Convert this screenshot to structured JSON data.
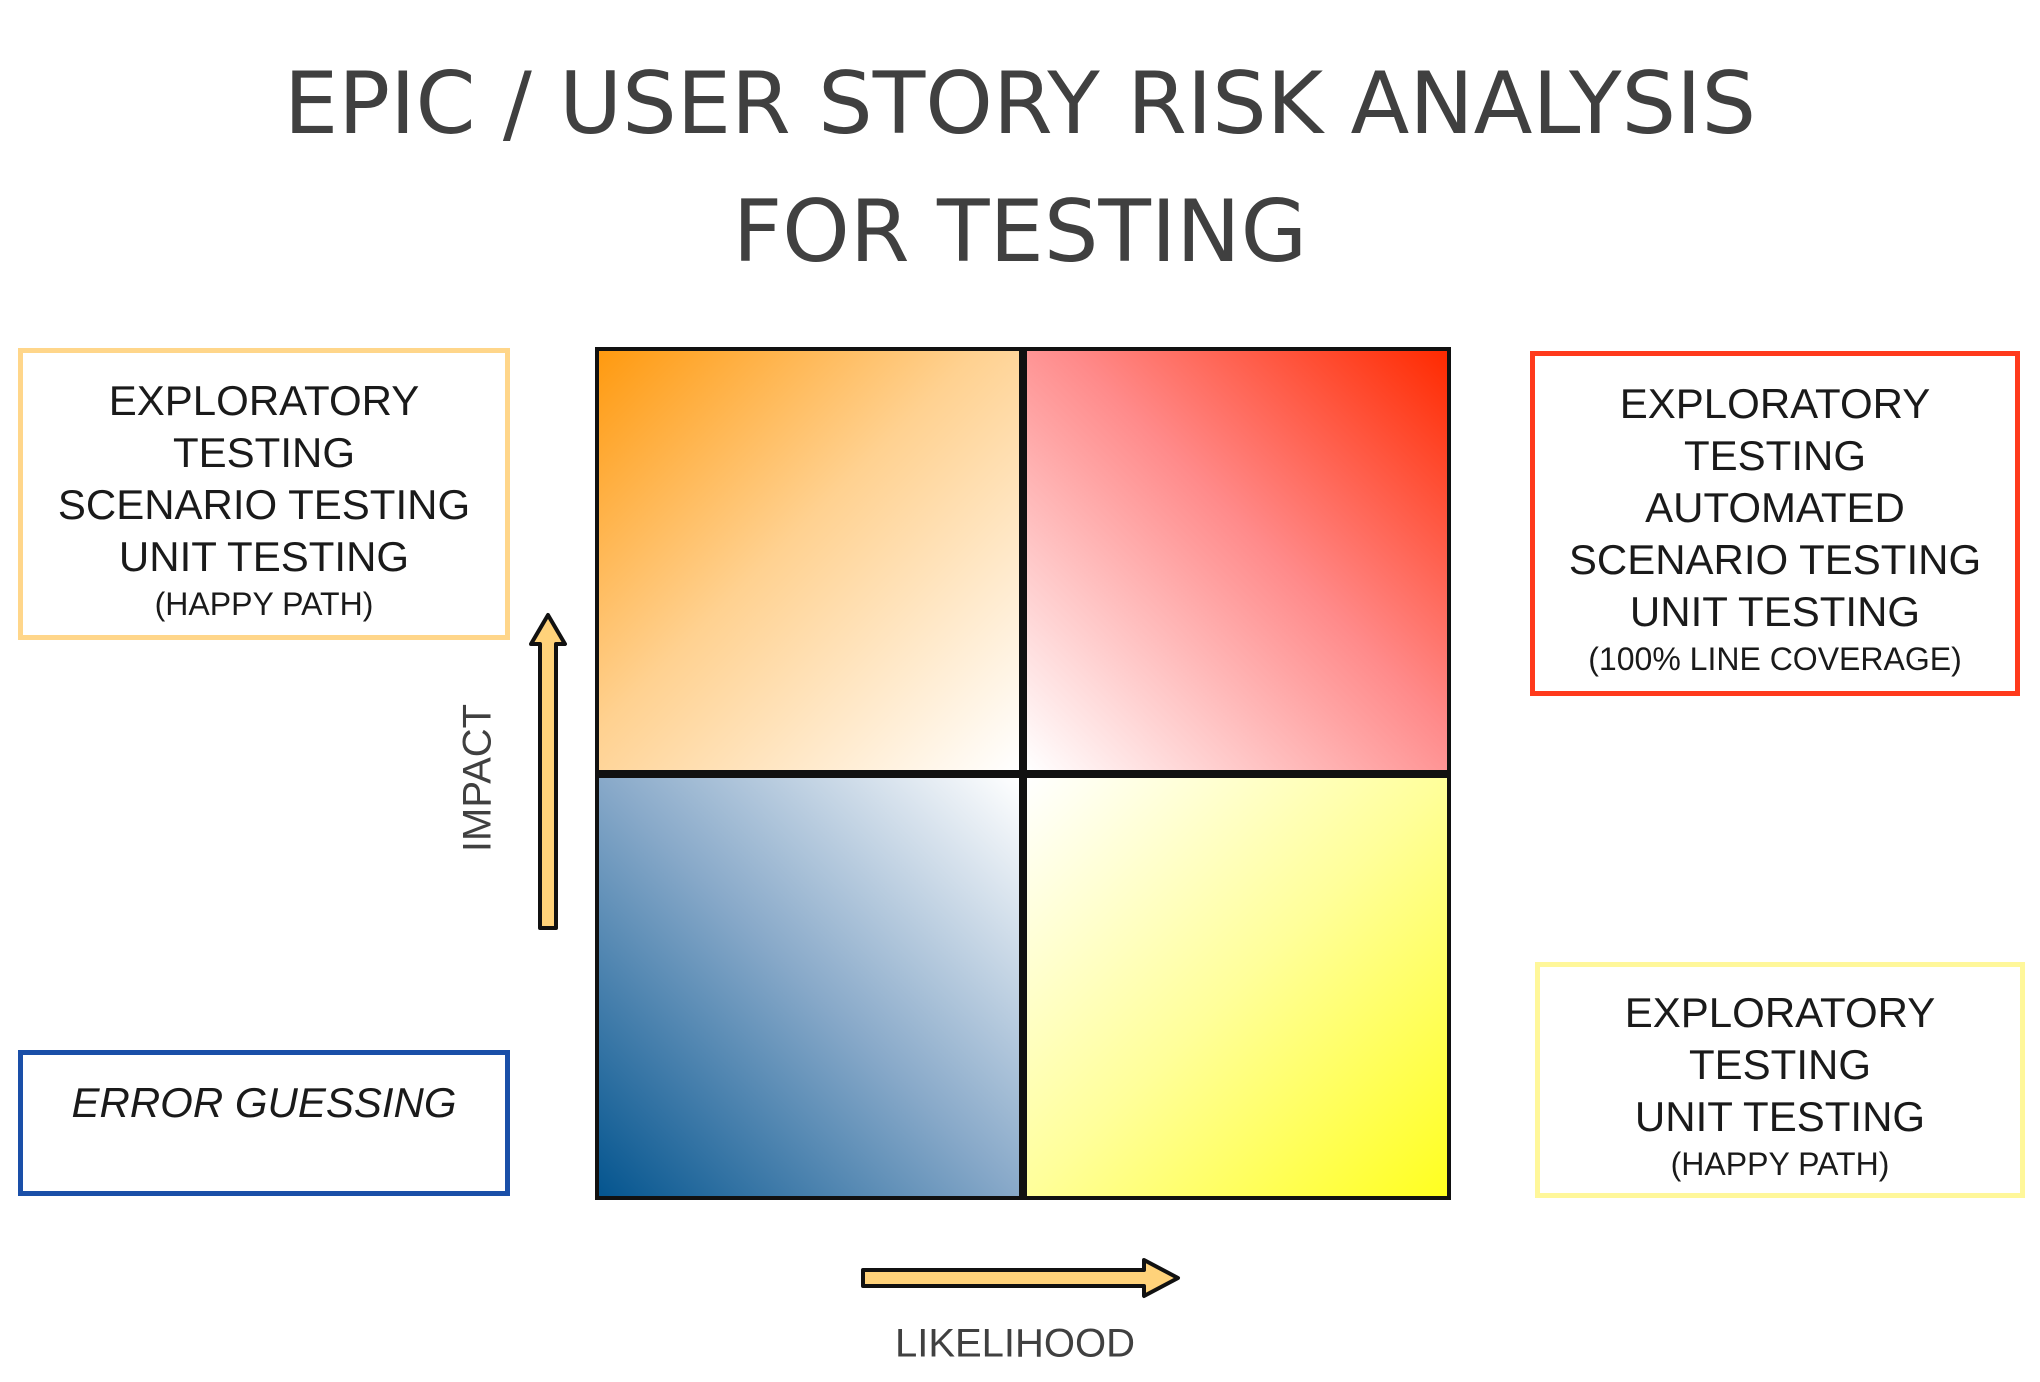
{
  "title": {
    "line1": "EPIC / USER STORY RISK ANALYSIS",
    "line2": "FOR TESTING"
  },
  "axes": {
    "y_label": "IMPACT",
    "x_label": "LIKELIHOOD"
  },
  "quadrants": {
    "high_impact_low_likelihood": {
      "color": "#ff9a10",
      "lines": [
        "EXPLORATORY",
        "TESTING",
        "SCENARIO TESTING",
        "UNIT TESTING"
      ],
      "note": "(HAPPY PATH)",
      "border_color": "#ffd68a"
    },
    "high_impact_high_likelihood": {
      "color": "#ff2a00",
      "lines": [
        "EXPLORATORY",
        "TESTING",
        "AUTOMATED",
        "SCENARIO TESTING",
        "UNIT TESTING"
      ],
      "note": "(100% LINE COVERAGE)",
      "border_color": "#ff3a1c"
    },
    "low_impact_low_likelihood": {
      "color": "#04558f",
      "lines": [
        "ERROR GUESSING"
      ],
      "border_color": "#1a4fa8"
    },
    "low_impact_high_likelihood": {
      "color": "#ffff20",
      "lines": [
        "EXPLORATORY",
        "TESTING",
        "UNIT TESTING"
      ],
      "note": "(HAPPY PATH)",
      "border_color": "#fff79a"
    }
  },
  "arrow_color": "#ffd27a"
}
